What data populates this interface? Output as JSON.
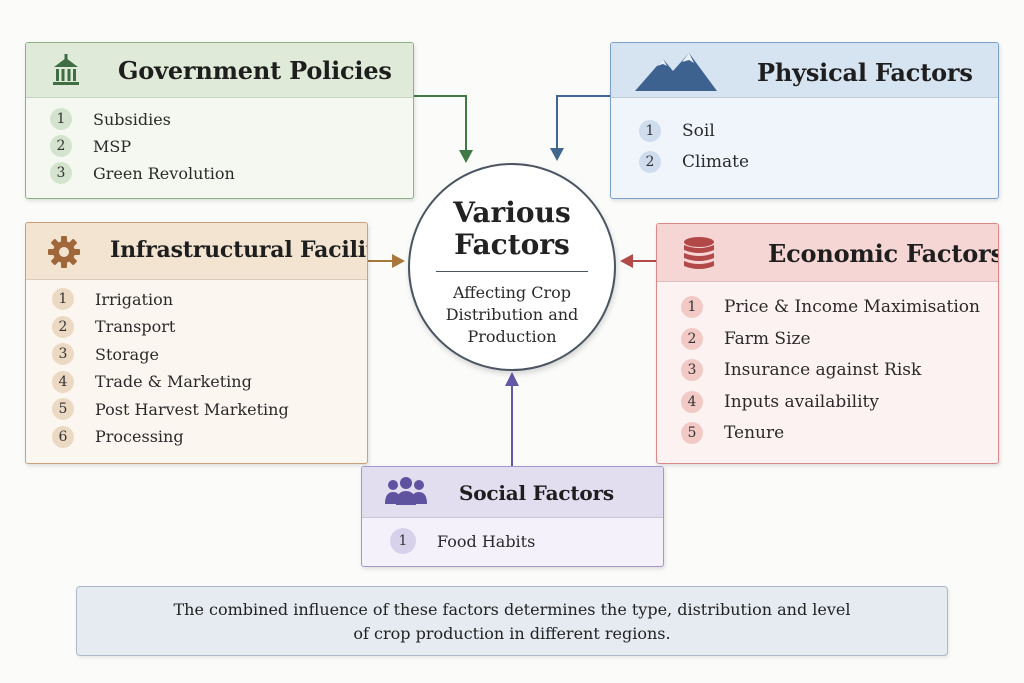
{
  "center": {
    "title_line1": "Various",
    "title_line2": "Factors",
    "subtitle": "Affecting Crop Distribution and Production"
  },
  "government": {
    "title": "Government Policies",
    "icon": "government-building-icon",
    "color": "#8bb184",
    "items": [
      "Subsidies",
      "MSP",
      "Green Revolution"
    ]
  },
  "physical": {
    "title": "Physical Factors",
    "icon": "mountain-icon",
    "color": "#7da0c9",
    "items": [
      "Soil",
      "Climate"
    ]
  },
  "infrastructure": {
    "title": "Infrastructural Facilities",
    "icon": "gear-icon",
    "color": "#c9a07a",
    "items": [
      "Irrigation",
      "Transport",
      "Storage",
      "Trade & Marketing",
      "Post Harvest Marketing",
      "Processing"
    ]
  },
  "economic": {
    "title": "Economic Factors",
    "icon": "coin-stack-icon",
    "color": "#d98a88",
    "items": [
      "Price & Income Maximisation",
      "Farm Size",
      "Insurance against Risk",
      "Inputs availability",
      "Tenure"
    ]
  },
  "social": {
    "title": "Social Factors",
    "icon": "people-group-icon",
    "color": "#a597cc",
    "items": [
      "Food Habits"
    ]
  },
  "numbers": [
    "1",
    "2",
    "3",
    "4",
    "5",
    "6"
  ],
  "note": {
    "line1": "The combined influence of these factors determines the type, distribution and level",
    "line2": "of crop production in different regions."
  }
}
